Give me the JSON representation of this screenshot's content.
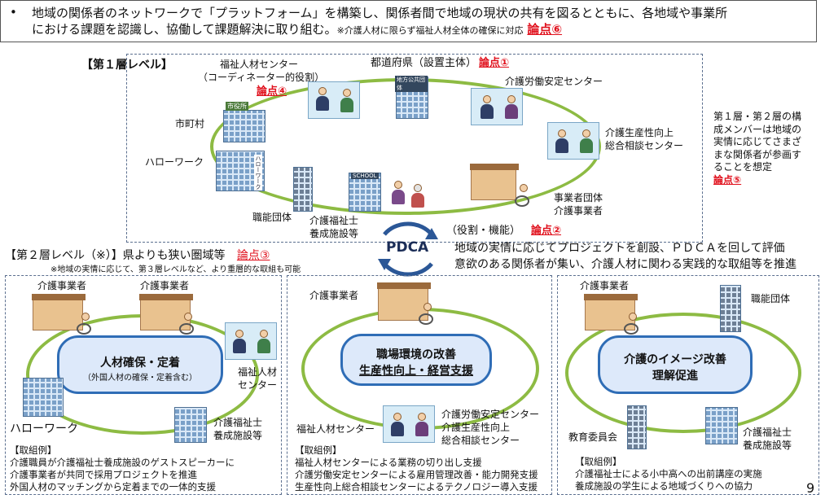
{
  "header": {
    "bullet": "•",
    "line1": "地域の関係者のネットワークで「プラットフォーム」を構築し、関係者間で地域の現状の共有を図るとともに、各地域や事業所",
    "line2": "における課題を認識し、協働して課題解決に取り組む。",
    "note": "※介護人材に限らず福祉人材全体の確保に対応",
    "ronten": "論点⑥"
  },
  "layer1": {
    "title": "【第１層レベル】",
    "fukushi_center": "福祉人材センター",
    "coordinator": "（コーディネーター的役割）",
    "ronten4": "論点④",
    "prefecture": "都道府県（設置主体）",
    "ronten1": "論点①",
    "roudou": "介護労働安定センター",
    "city": "市町村",
    "seisansei1": "介護生産性向上",
    "seisansei2": "総合相談センター",
    "hellowork": "ハローワーク",
    "shokuno": "職能団体",
    "yousei1": "介護福祉士",
    "yousei2": "養成施設等",
    "jigyosha1": "事業者団体",
    "jigyosha2": "介護事業者",
    "role": "（役割・機能）",
    "ronten2": "論点②",
    "side_note": [
      "第１層・第２層の構",
      "成メンバーは地域の",
      "実情に応じてさまざ",
      "まな関係者が参画す",
      "ることを想定"
    ],
    "ronten5": "論点⑤",
    "city_sign": "市役所",
    "pref_sign": "地方公共団体",
    "school_sign": "SCHOOL",
    "hw_sign": "ハローワーク"
  },
  "pdca": {
    "label": "PDCA",
    "desc1": "地域の実情に応じてプロジェクトを創設、ＰＤＣＡを回して評価",
    "desc2": "意欲のある関係者が集い、介護人材に関わる実践的な取組等を推進"
  },
  "layer2": {
    "title": "【第２層レベル（※）】県よりも狭い圏域等",
    "ronten3": "論点③",
    "note": "※地域の実情に応じて、第３層レベルなど、より重層的な取組も可能"
  },
  "panel1": {
    "jigyosha_a": "介護事業者",
    "jigyosha_b": "介護事業者",
    "center_title": "人材確保・定着",
    "center_sub": "（外国人材の確保・定着含む）",
    "fukushi1": "福祉人材",
    "fukushi2": "センター",
    "hellowork": "ハローワーク",
    "yousei1": "介護福祉士",
    "yousei2": "養成施設等",
    "example_head": "【取組例】",
    "examples": [
      "介護職員が介護福祉士養成施設のゲストスピーカーに",
      "介護事業者が共同で採用プロジェクトを推進",
      "外国人材のマッチングから定着までの一体的支援"
    ]
  },
  "panel2": {
    "jigyosha": "介護事業者",
    "center_title": "職場環境の改善",
    "center_sub": "生産性向上・経営支援",
    "fukushi": "福祉人材センター",
    "roudou": "介護労働安定センター",
    "seisansei1": "介護生産性向上",
    "seisansei2": "総合相談センター",
    "example_head": "【取組例】",
    "examples": [
      "福祉人材センターによる業務の切り出し支援",
      "介護労働安定センターによる雇用管理改善・能力開発支援",
      "生産性向上総合相談センターによるテクノロジー導入支援"
    ]
  },
  "panel3": {
    "jigyosha": "介護事業者",
    "shokuno": "職能団体",
    "center_title": "介護のイメージ改善",
    "center_sub": "理解促進",
    "kyouiku": "教育委員会",
    "yousei1": "介護福祉士",
    "yousei2": "養成施設等",
    "example_head": "【取組例】",
    "examples": [
      "介護福祉士による小中高への出前講座の実施",
      "養成施設の学生による地域づくりへの協力"
    ]
  },
  "page_number": "9",
  "colors": {
    "ring": "#8dbb43",
    "accent_red": "#e0101c",
    "center_blue": "#2f6db6",
    "pdca_blue": "#2b5797"
  }
}
